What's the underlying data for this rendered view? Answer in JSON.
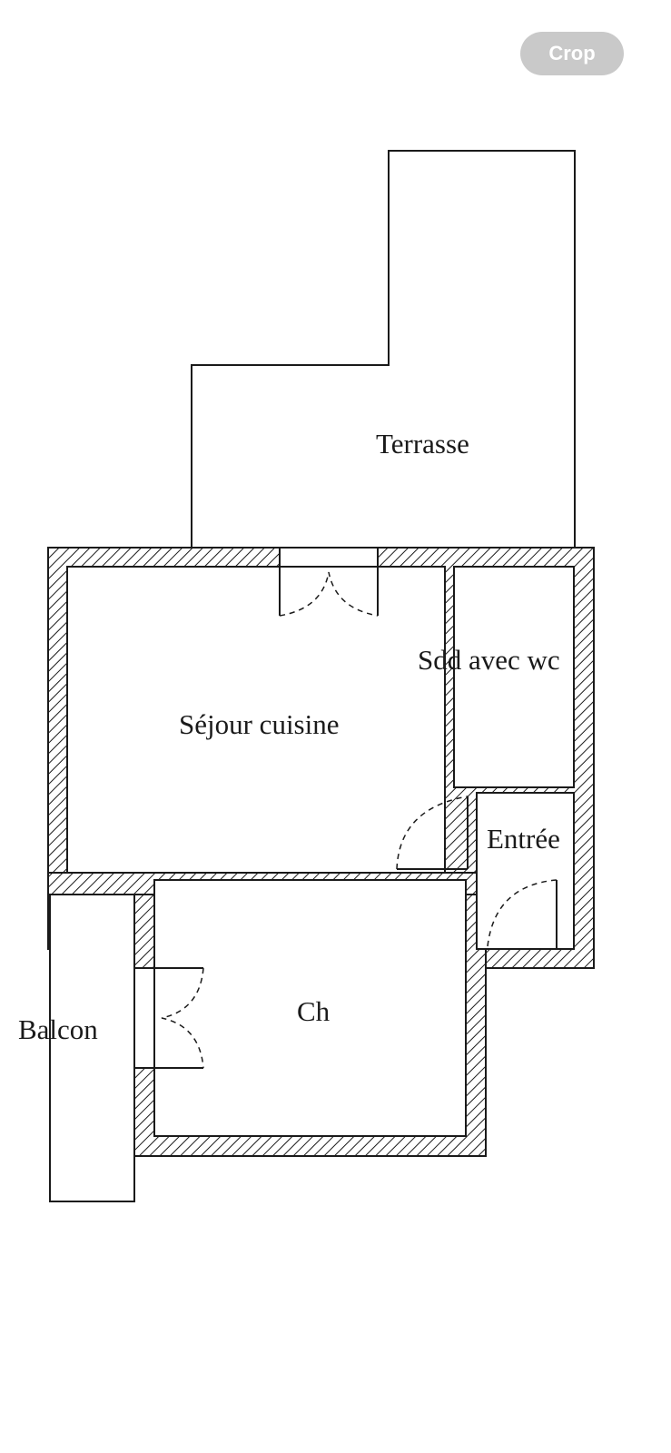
{
  "toolbar": {
    "crop_label": "Crop"
  },
  "floor_plan": {
    "rooms": {
      "terrasse": "Terrasse",
      "sejour_cuisine": "Séjour cuisine",
      "sdd_avec_wc": "Sdd avec wc",
      "entree": "Entrée",
      "chambre": "Ch",
      "balcon": "Balcon"
    }
  },
  "colors": {
    "crop_button_bg": "#c9c9c9",
    "crop_button_text": "#ffffff",
    "wall_stroke": "#1a1a1a",
    "background": "#ffffff"
  }
}
